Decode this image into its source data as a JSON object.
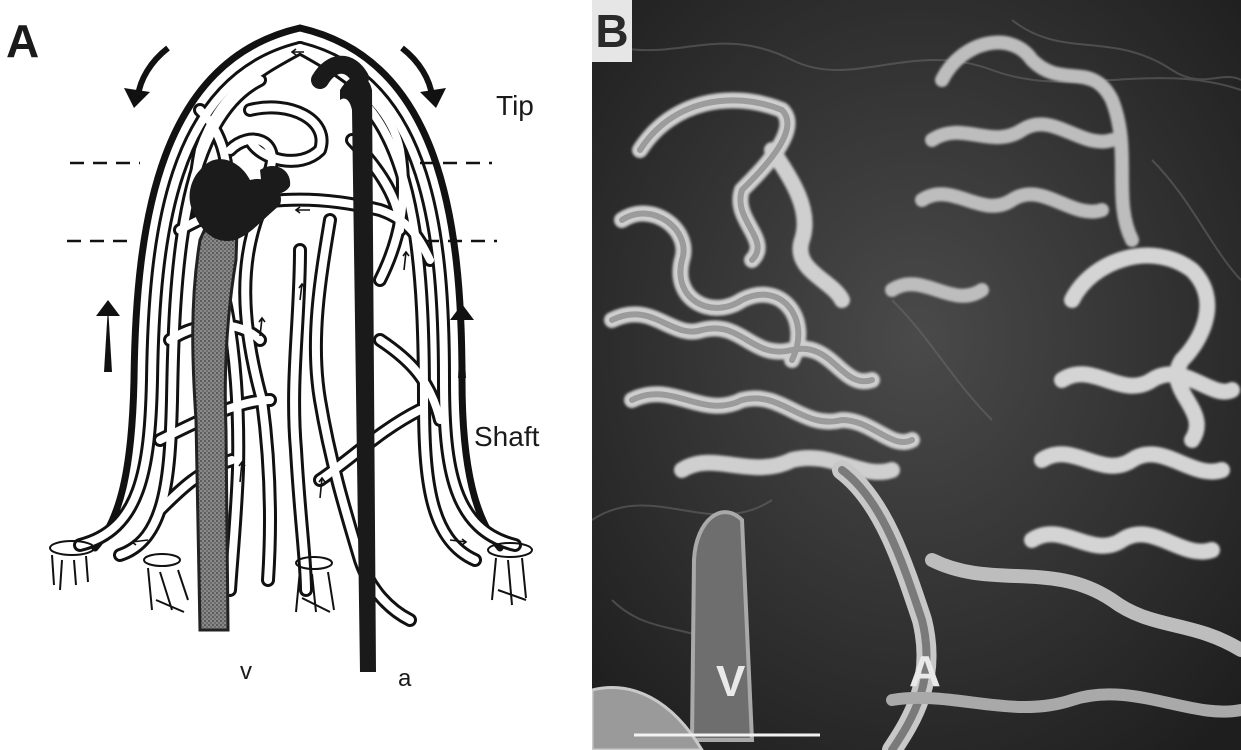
{
  "figure": {
    "panel_a": {
      "letter": "A",
      "tip_label": "Tip",
      "shaft_label": "Shaft",
      "vein_label": "v",
      "artery_label": "a"
    },
    "panel_b": {
      "letter": "B",
      "vein_label": "V",
      "artery_label": "A"
    }
  }
}
